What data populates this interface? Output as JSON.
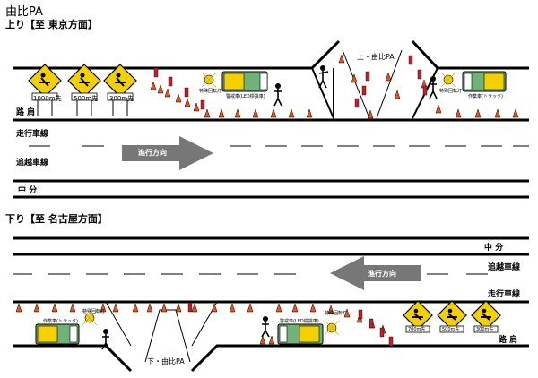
{
  "page_title": "由比PA",
  "up": {
    "title": "上り【至 東京方面】",
    "shoulder_label": "路 肩",
    "driving_lane_label": "走行車線",
    "passing_lane_label": "追越車線",
    "median_label": "中 分",
    "direction_label": "進行方向",
    "pa_label": "上・由比PA",
    "signs": [
      "1000m先",
      "500m先",
      "300m先"
    ],
    "truck_labels": [
      "警戒車(LED標識車)",
      "作業車(トラック)"
    ],
    "light_labels": [
      "特殊回転灯",
      "特殊回転灯"
    ]
  },
  "down": {
    "title": "下り【至 名古屋方面】",
    "median_label": "中 分",
    "passing_lane_label": "追越車線",
    "driving_lane_label": "走行車線",
    "shoulder_label": "路 肩",
    "direction_label": "進行方向",
    "pa_label": "下・由比PA",
    "signs": [
      "700m先",
      "500m先",
      "300m先"
    ],
    "truck_labels": [
      "作業車(トラック)",
      "警戒車(LED標識車)"
    ],
    "light_labels": [
      "特殊回転灯",
      "特殊回転灯"
    ]
  },
  "colors": {
    "sign_yellow": "#f5d000",
    "cone_orange": "#e8541c",
    "truck_green": "#6fb27a",
    "arrow_gray": "#777777",
    "board_red": "#c0202a"
  }
}
